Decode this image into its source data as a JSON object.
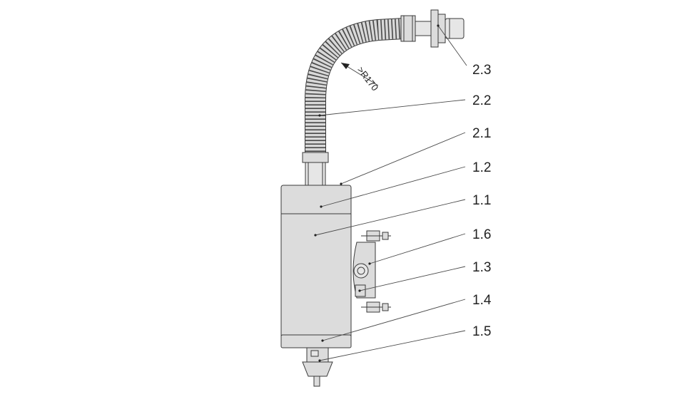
{
  "diagram": {
    "dimension_text": ">R170",
    "labels": [
      {
        "id": "2.3",
        "text": "2.3"
      },
      {
        "id": "2.2",
        "text": "2.2"
      },
      {
        "id": "2.1",
        "text": "2.1"
      },
      {
        "id": "1.2",
        "text": "1.2"
      },
      {
        "id": "1.1",
        "text": "1.1"
      },
      {
        "id": "1.6",
        "text": "1.6"
      },
      {
        "id": "1.3",
        "text": "1.3"
      },
      {
        "id": "1.4",
        "text": "1.4"
      },
      {
        "id": "1.5",
        "text": "1.5"
      }
    ]
  }
}
